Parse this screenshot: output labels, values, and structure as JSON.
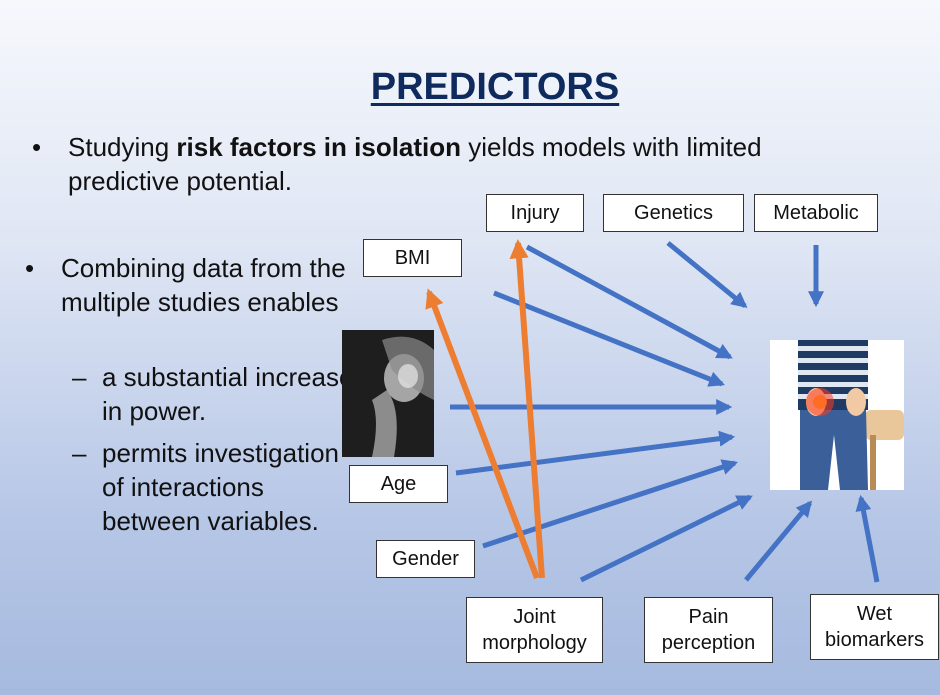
{
  "title": "PREDICTORS",
  "bullet1": {
    "pre": "Studying ",
    "bold": "risk factors in isolation",
    "post": " yields models with limited predictive potential."
  },
  "bullet2": "Combining data from the multiple studies enables",
  "sub1": "a substantial increase in power.",
  "sub2": "permits investigation of interactions between variables.",
  "boxes": {
    "injury": "Injury",
    "genetics": "Genetics",
    "metabolic": "Metabolic",
    "bmi": "BMI",
    "age": "Age",
    "gender": "Gender",
    "joint_line1": "Joint",
    "joint_line2": "morphology",
    "pain_line1": "Pain",
    "pain_line2": "perception",
    "wet_line1": "Wet",
    "wet_line2": "biomarkers"
  },
  "colors": {
    "blue_arrow": "#4472c4",
    "orange_arrow": "#ed7d31",
    "title": "#0f2a5c"
  },
  "images": {
    "xray": "hip-xray-image",
    "person": "person-hip-pain-image"
  }
}
